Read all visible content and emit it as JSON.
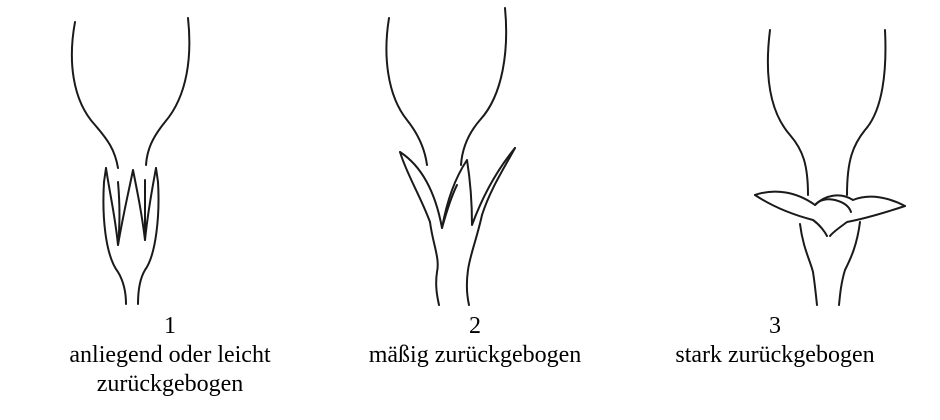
{
  "figures": [
    {
      "number": "1",
      "text": "anliegend oder leicht zurückgebogen"
    },
    {
      "number": "2",
      "text": "mäßig zurückgebogen"
    },
    {
      "number": "3",
      "text": "stark zurückgebogen"
    }
  ]
}
